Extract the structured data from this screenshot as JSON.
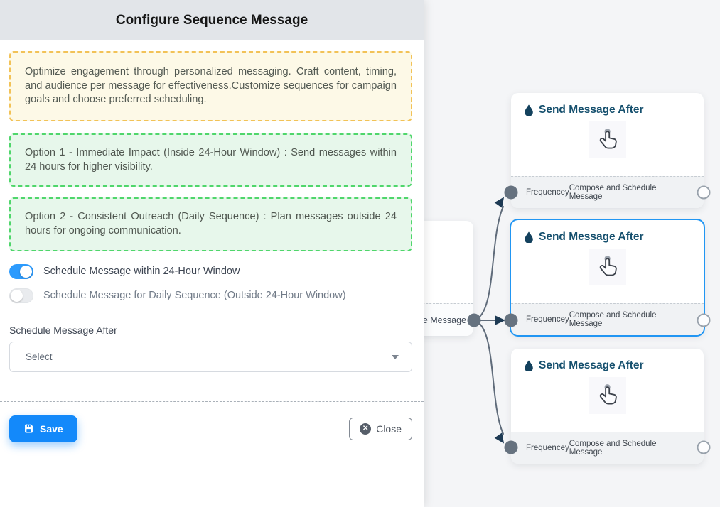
{
  "panel": {
    "title": "Configure Sequence Message",
    "info_note": "Optimize engagement through personalized messaging. Craft content, timing, and audience per message for effectiveness.Customize sequences for campaign goals and choose preferred scheduling.",
    "options": [
      "Option 1 - Immediate Impact (Inside 24-Hour Window) : Send messages within 24 hours for higher visibility.",
      "Option 2 - Consistent Outreach (Daily Sequence) : Plan messages outside 24 hours for ongoing communication."
    ],
    "toggles": [
      {
        "label": "Schedule Message within 24-Hour Window",
        "state": "on"
      },
      {
        "label": "Schedule Message for Daily Sequence (Outside 24-Hour Window)",
        "state": "off"
      }
    ],
    "schedule_after_label": "Schedule Message After",
    "select_value": "Select",
    "save_label": "Save",
    "close_label": "Close"
  },
  "flow": {
    "source_node_label": "ce Message",
    "nodes": [
      {
        "title": "Send Message After",
        "footer_left": "Frequencey",
        "footer_right": "Compose and Schedule Message",
        "selected": false
      },
      {
        "title": "Send Message After",
        "footer_left": "Frequencey",
        "footer_right": "Compose and Schedule Message",
        "selected": true
      },
      {
        "title": "Send Message After",
        "footer_left": "Frequencey",
        "footer_right": "Compose and Schedule Message",
        "selected": false
      }
    ]
  },
  "colors": {
    "accent_blue": "#1389fa",
    "toggle_on": "#2d9bfd",
    "selected_border": "#2196f3",
    "edge": "#5f6b7a",
    "node_title": "#16506e",
    "warning_border": "#f2c257",
    "success_border": "#4fd66b",
    "canvas_bg": "#f4f5f7"
  }
}
